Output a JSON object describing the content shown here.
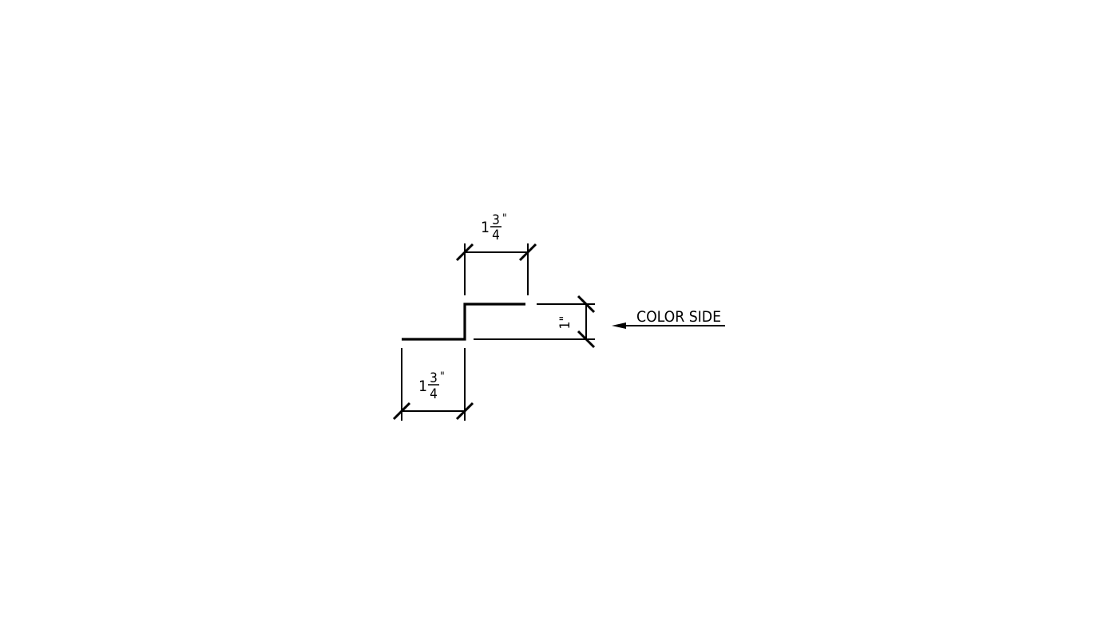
{
  "drawing": {
    "top_dimension": {
      "whole": "1",
      "numerator": "3",
      "denominator": "4",
      "unit": "\""
    },
    "bottom_dimension": {
      "whole": "1",
      "numerator": "3",
      "denominator": "4",
      "unit": "\""
    },
    "height_dimension": {
      "value": "1",
      "unit": "\""
    },
    "label": "COLOR SIDE",
    "line_color": "#000000"
  }
}
